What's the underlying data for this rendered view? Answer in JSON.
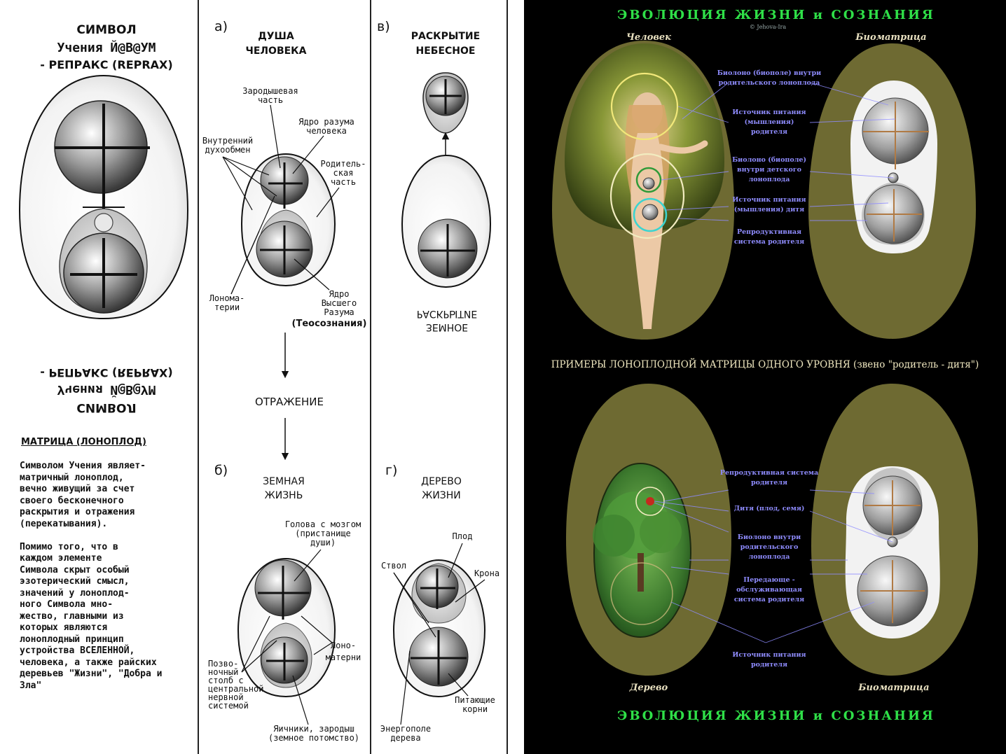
{
  "left_panel": {
    "symbol_title": [
      "СИМВОЛ",
      "Учения Й@В@УМ",
      "- РЕПРАКС (REPRAX)"
    ],
    "matrix_heading": "МАТРИЦА (ЛОНОПЛОД)",
    "matrix_body": "Символом Учения являет-\nматричный лоноплод,\nвечно живущий за счет\nсвоего бесконечного\nраскрытия и отражения\n(перекатывания).\n\nПомимо того, что в\nкаждом элементе\nСимвола скрыт особый\nэзотерический смысл,\nзначений у лоноплод-\nного Символа мно-\nжество, главными из\nкоторых являются\nлоноплодный принцип\nустройства ВСЕЛЕННОЙ,\nчеловека, а также райских\nдеревьев \"Жизни\", \"Добра и\nЗла\"",
    "panel_a": {
      "letter": "а)",
      "title": [
        "ДУША",
        "ЧЕЛОВЕКА"
      ],
      "labels": {
        "embryo": [
          "Зародышевая",
          "часть"
        ],
        "mind_core": [
          "Ядро разума",
          "человека"
        ],
        "inner": [
          "Внутренний",
          "духообмен"
        ],
        "parent": [
          "Родитель-",
          "ская",
          "часть"
        ],
        "lono": [
          "Лонома-",
          "терии"
        ],
        "higher_core": [
          "Ядро",
          "Высшего",
          "Разума"
        ],
        "theo": "(Теосознания)"
      }
    },
    "reflection": "ОТРАЖЕНИЕ",
    "panel_b": {
      "letter": "б)",
      "title": [
        "ЗЕМНАЯ",
        "ЖИЗНЬ"
      ],
      "labels": {
        "head": [
          "Голова с мозгом",
          "(пристанище",
          "души)"
        ],
        "lono": [
          "Лоно-",
          "матерни"
        ],
        "spine": [
          "Позво-",
          "ночный",
          "столб с",
          "центральной",
          "нервной",
          "системой"
        ],
        "ovaries": [
          "Яичники, зародыш",
          "(земное потомство)"
        ]
      }
    },
    "panel_v": {
      "letter": "в)",
      "title": [
        "РАСКРЫТИЕ",
        "НЕБЕСНОЕ"
      ],
      "mirrored": [
        "РАСКРЫТИЕ",
        "ЗЕМНОЕ"
      ]
    },
    "panel_g": {
      "letter": "г)",
      "title": [
        "ДЕРЕВО",
        "ЖИЗНИ"
      ],
      "labels": {
        "fruit": "Плод",
        "trunk": "Ствол",
        "crown": "Крона",
        "roots": [
          "Питающие",
          "корни"
        ],
        "energy": [
          "Энергополе",
          "дерева"
        ]
      }
    }
  },
  "right_panel": {
    "title_top": "ЭВОЛЮЦИЯ ЖИЗНИ и СОЗНАНИЯ",
    "copyright": "© Jehova-Ira",
    "label_human": "Человек",
    "label_biomatrix_top": "Биоматрица",
    "top_notes": [
      [
        "Биолоно (биополе) внутри",
        "родительского лоноплода"
      ],
      [
        "Источник питания",
        "(мышления)",
        "родителя"
      ],
      [
        "Биолоно (биополе)",
        "внутри детского",
        "лоноплода"
      ],
      [
        "Источник питания",
        "(мышления) дитя"
      ],
      [
        "Репродуктивная",
        "система родителя"
      ]
    ],
    "middle_caption": "ПРИМЕРЫ ЛОНОПЛОДНОЙ МАТРИЦЫ ОДНОГО УРОВНЯ (звено \"родитель - дитя\")",
    "bottom_notes": [
      [
        "Репродуктивная система",
        "родителя"
      ],
      [
        "Дитя (плод, семя)"
      ],
      [
        "Биолоно внутри",
        "родительского",
        "лоноплода"
      ],
      [
        "Передающе -",
        "обслуживающая",
        "система родителя"
      ],
      [
        "Источник питания",
        "родителя"
      ]
    ],
    "label_tree": "Дерево",
    "label_biomatrix_bottom": "Биоматрица",
    "title_bottom": "ЭВОЛЮЦИЯ ЖИЗНИ и СОЗНАНИЯ",
    "colors": {
      "olive": "#6e6a32",
      "title_green": "#2fe048",
      "note_blue": "#8f8cff",
      "caption": "#f0e8c0"
    }
  }
}
